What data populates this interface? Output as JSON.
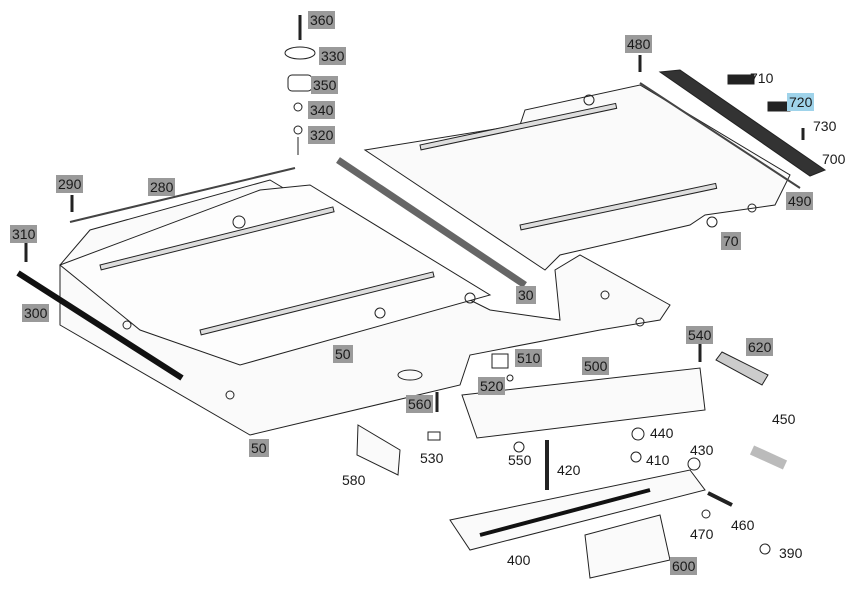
{
  "part_labels": {
    "p360": "360",
    "p330": "330",
    "p350": "350",
    "p340": "340",
    "p320": "320",
    "p480": "480",
    "p710": "710",
    "p720": "720",
    "p730": "730",
    "p700": "700",
    "p490": "490",
    "p70": "70",
    "p290": "290",
    "p280": "280",
    "p310": "310",
    "p300": "300",
    "p30": "30",
    "p50a": "50",
    "p50b": "50",
    "p540": "540",
    "p620": "620",
    "p510": "510",
    "p520": "520",
    "p500": "500",
    "p560": "560",
    "p450": "450",
    "p440": "440",
    "p430": "430",
    "p410": "410",
    "p420": "420",
    "p530": "530",
    "p550": "550",
    "p580": "580",
    "p460": "460",
    "p470": "470",
    "p390": "390",
    "p400": "400",
    "p600": "600"
  },
  "highlight_color": "#9fd3ea",
  "label_box_color": "#9a9a9a"
}
